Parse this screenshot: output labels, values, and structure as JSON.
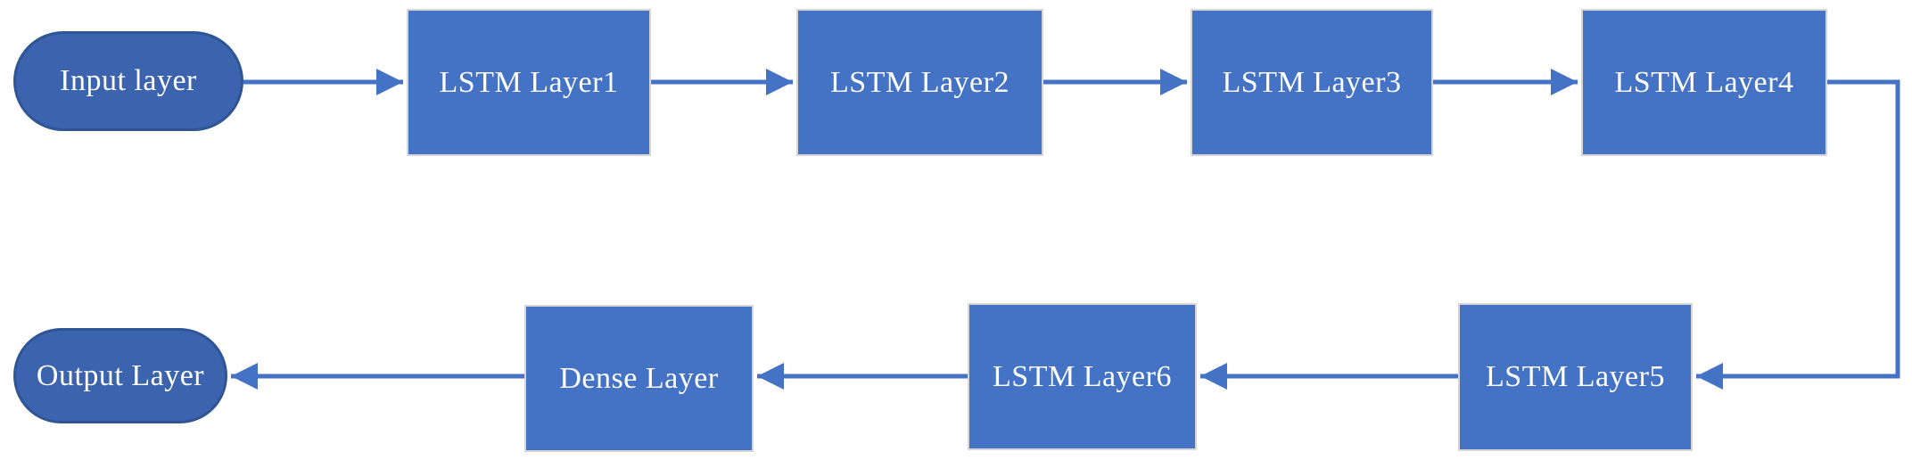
{
  "diagram": {
    "type": "flowchart",
    "description": "Stacked LSTM network architecture flow diagram",
    "nodes": [
      {
        "id": "input",
        "label": "Input layer",
        "shape": "stadium",
        "row": "top"
      },
      {
        "id": "lstm1",
        "label": "LSTM Layer1",
        "shape": "rect",
        "row": "top"
      },
      {
        "id": "lstm2",
        "label": "LSTM Layer2",
        "shape": "rect",
        "row": "top"
      },
      {
        "id": "lstm3",
        "label": "LSTM Layer3",
        "shape": "rect",
        "row": "top"
      },
      {
        "id": "lstm4",
        "label": "LSTM Layer4",
        "shape": "rect",
        "row": "top"
      },
      {
        "id": "lstm5",
        "label": "LSTM Layer5",
        "shape": "rect",
        "row": "bottom"
      },
      {
        "id": "lstm6",
        "label": "LSTM Layer6",
        "shape": "rect",
        "row": "bottom"
      },
      {
        "id": "dense",
        "label": "Dense Layer",
        "shape": "rect",
        "row": "bottom"
      },
      {
        "id": "output",
        "label": "Output Layer",
        "shape": "stadium",
        "row": "bottom"
      }
    ],
    "edges": [
      {
        "from": "input",
        "to": "lstm1",
        "style": "straight-right"
      },
      {
        "from": "lstm1",
        "to": "lstm2",
        "style": "straight-right"
      },
      {
        "from": "lstm2",
        "to": "lstm3",
        "style": "straight-right"
      },
      {
        "from": "lstm3",
        "to": "lstm4",
        "style": "straight-right"
      },
      {
        "from": "lstm4",
        "to": "lstm5",
        "style": "elbow-right-down-left"
      },
      {
        "from": "lstm5",
        "to": "lstm6",
        "style": "straight-left"
      },
      {
        "from": "lstm6",
        "to": "dense",
        "style": "straight-left"
      },
      {
        "from": "dense",
        "to": "output",
        "style": "straight-left"
      }
    ],
    "colors": {
      "rect_fill": "#4472C4",
      "rect_border": "#D6D6D6",
      "stadium_fill": "#3C64AE",
      "stadium_border": "#2F5597",
      "arrow": "#4472C4",
      "text": "#FFFFFF",
      "background": "#FFFFFF"
    }
  }
}
